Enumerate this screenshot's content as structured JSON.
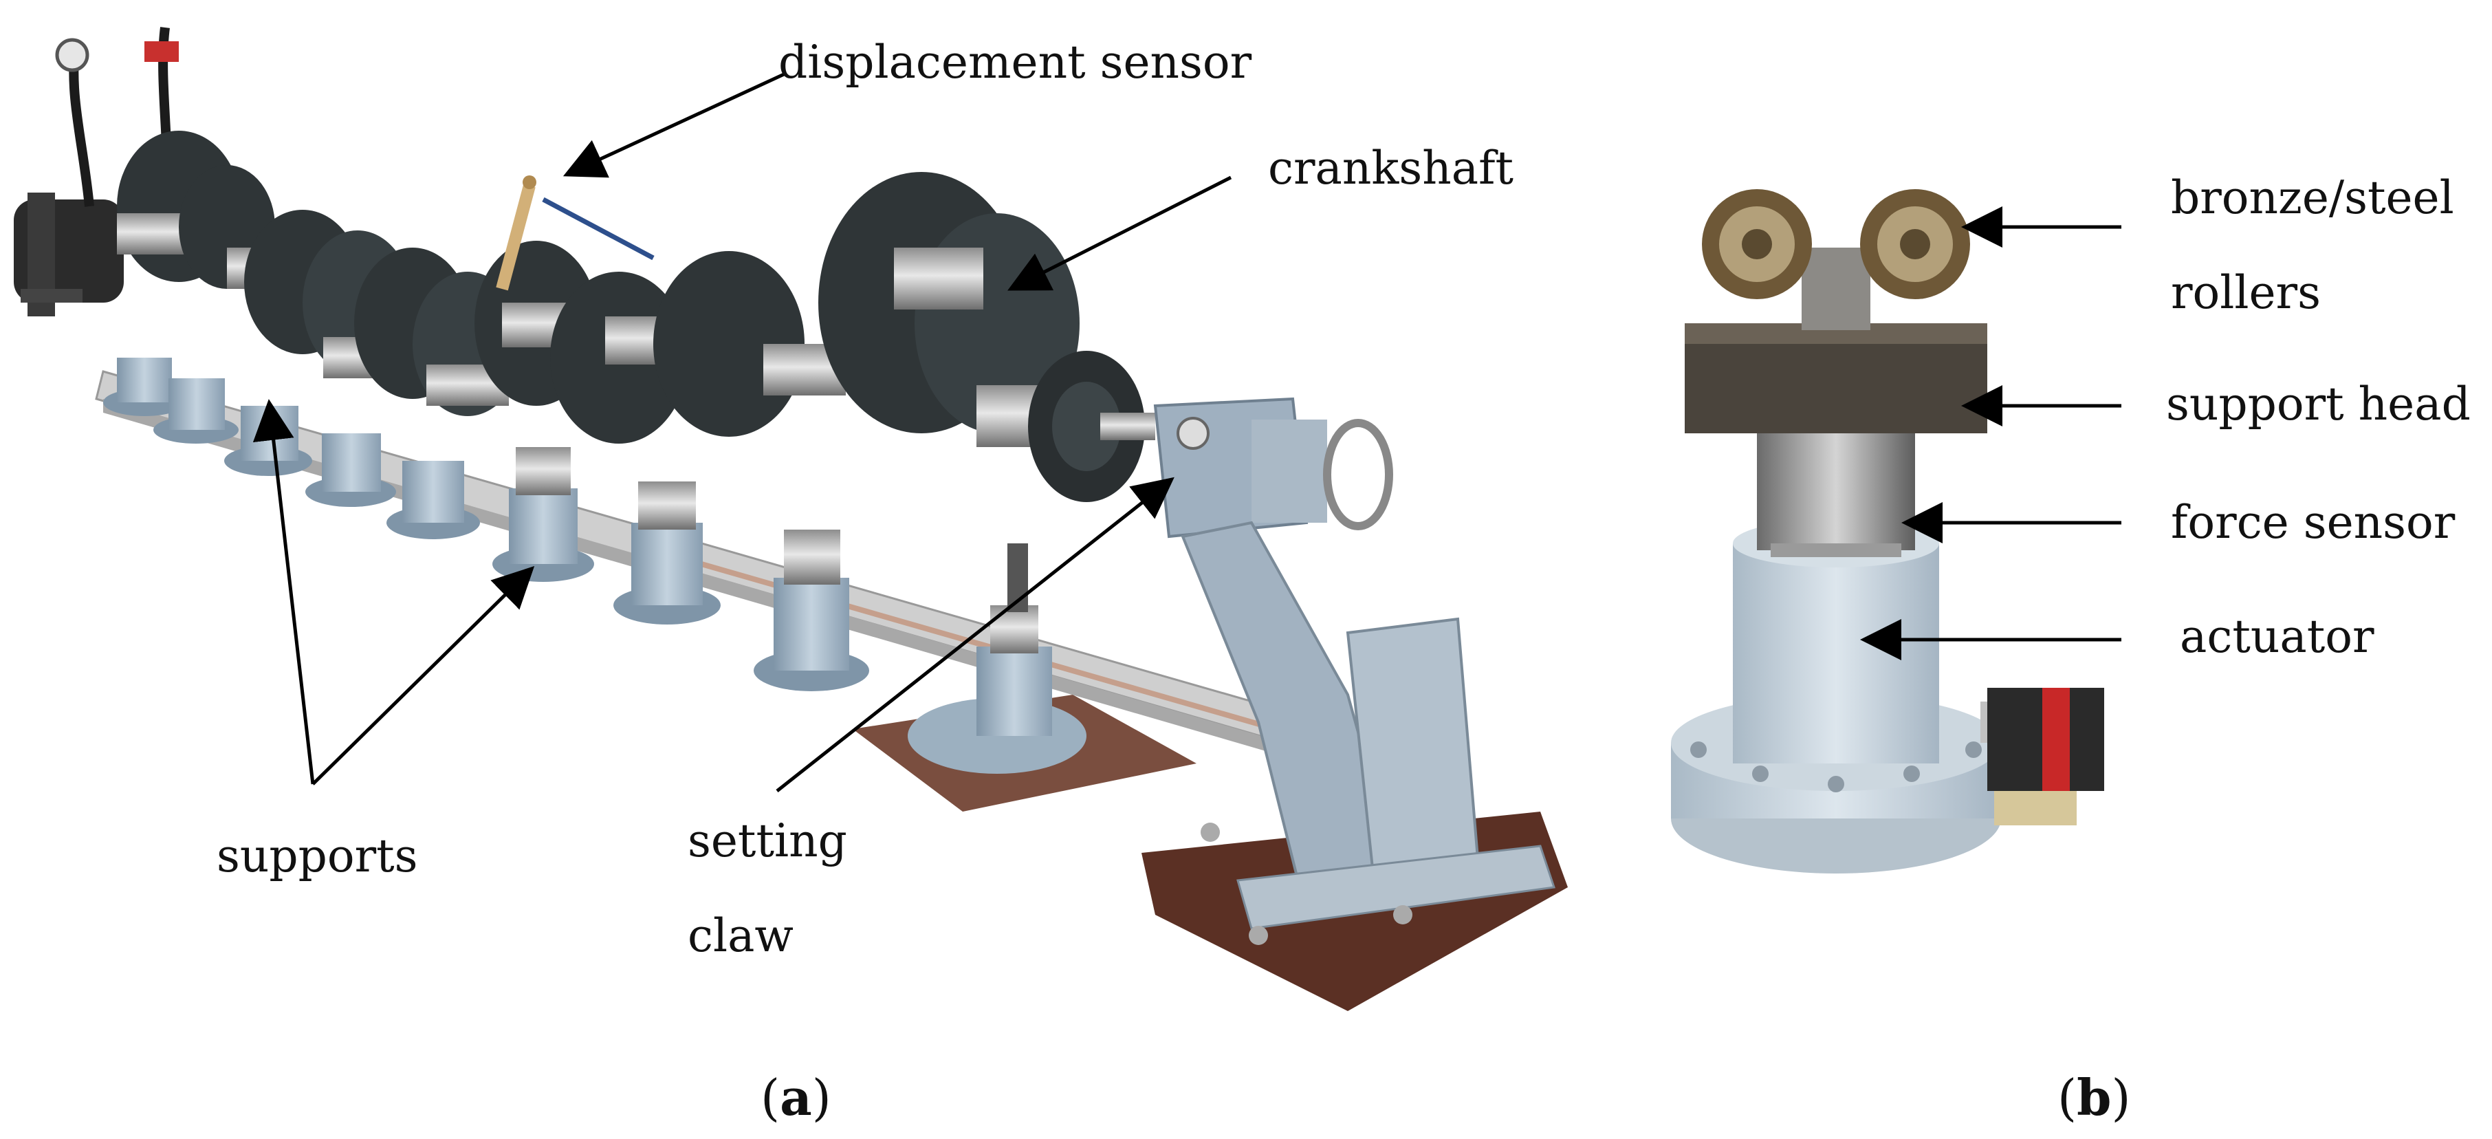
{
  "panel_a": {
    "labels": {
      "displacement_sensor": "displacement sensor",
      "crankshaft": "crankshaft",
      "supports": "supports",
      "setting": "setting",
      "claw": "claw"
    },
    "caption": {
      "open": "(",
      "letter": "a",
      "close": ")"
    }
  },
  "panel_b": {
    "labels": {
      "rollers_line1": "bronze/steel",
      "rollers_line2": "rollers",
      "support_head": "support head",
      "force_sensor": "force sensor",
      "actuator": "actuator"
    },
    "caption": {
      "open": "(",
      "letter": "b",
      "close": ")"
    }
  },
  "colors": {
    "support_blue": "#a9bccb",
    "crank_dark": "#2f3537",
    "steel": "#b9b9b9",
    "rail": "#c8c8c8",
    "claw_blue": "#9fb0c0"
  }
}
